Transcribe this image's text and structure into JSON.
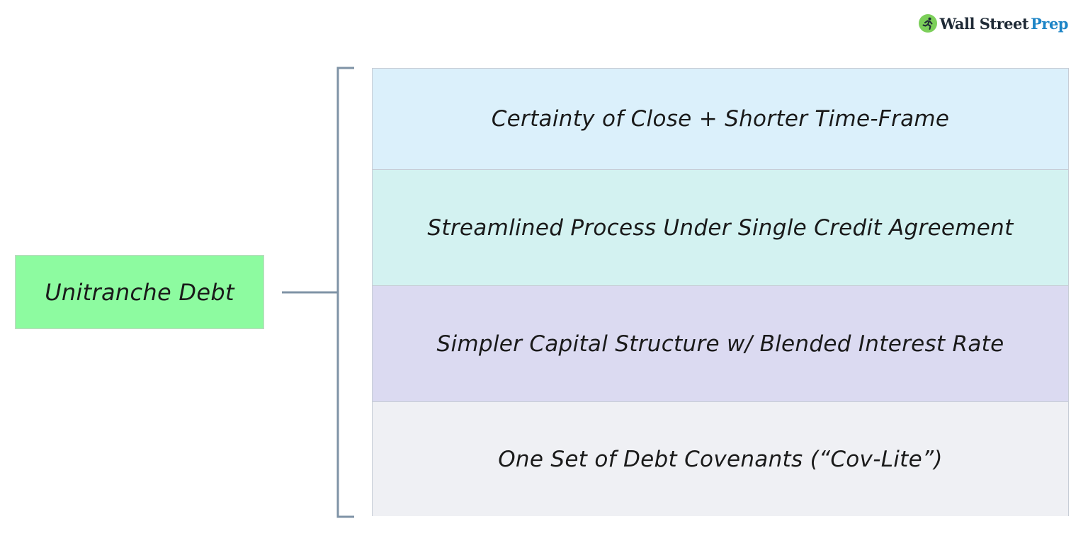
{
  "logo": {
    "word_main": "Wall Street",
    "word_accent": "Prep",
    "icon": "runner-icon",
    "colors": {
      "mark": "#7ccf5a",
      "main": "#1f2a36",
      "accent": "#1c84c6"
    }
  },
  "root": {
    "label": "Unitranche Debt",
    "color": "#8dfba0"
  },
  "branches": [
    {
      "label": "Certainty of Close + Shorter Time-Frame",
      "color": "#dbf0fb"
    },
    {
      "label": "Streamlined Process Under Single Credit Agreement",
      "color": "#d3f2f1"
    },
    {
      "label": "Simpler Capital Structure w/ Blended Interest Rate",
      "color": "#dbdaf1"
    },
    {
      "label": "One Set of Debt Covenants (“Cov-Lite”)",
      "color": "#eff0f4"
    }
  ],
  "connector_color": "#7f93a6"
}
